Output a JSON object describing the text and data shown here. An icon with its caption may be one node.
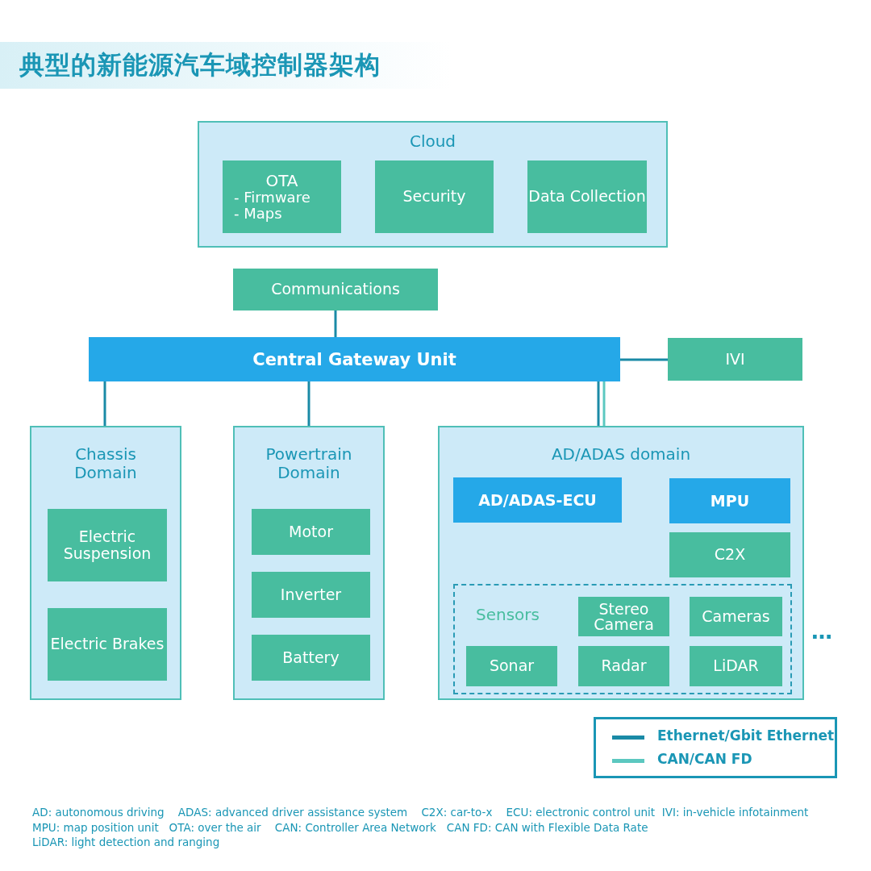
{
  "diagram": {
    "title": "典型的新能源汽车域控制器架构",
    "nodes": [
      {
        "text": [
          "Cloud"
        ]
      },
      {
        "text": [
          "OTA",
          "- Firmware",
          "- Maps"
        ],
        "in": 0
      },
      {
        "text": [
          "Security"
        ],
        "in": 0
      },
      {
        "text": [
          "Data Collection"
        ],
        "in": 0
      },
      {
        "text": [
          "Communications"
        ]
      },
      {
        "text": [
          "Central Gateway Unit"
        ]
      },
      {
        "text": [
          "IVI"
        ]
      },
      {
        "text": [
          "Chassis Domain"
        ]
      },
      {
        "text": [
          "Electric Suspension"
        ],
        "in": 7
      },
      {
        "text": [
          "Electric Brakes"
        ],
        "in": 7
      },
      {
        "text": [
          "Powertrain Domain"
        ]
      },
      {
        "text": [
          "Motor"
        ],
        "in": 10
      },
      {
        "text": [
          "Inverter"
        ],
        "in": 10
      },
      {
        "text": [
          "Battery"
        ],
        "in": 10
      },
      {
        "text": [
          "AD/ADAS domain"
        ]
      },
      {
        "text": [
          "AD/ADAS-ECU"
        ],
        "in": 14
      },
      {
        "text": [
          "MPU"
        ],
        "in": 14
      },
      {
        "text": [
          "C2X"
        ],
        "in": 14
      },
      {
        "text": [
          "Sensors"
        ],
        "in": 14
      },
      {
        "text": [
          "Stereo Camera"
        ],
        "in": 18
      },
      {
        "text": [
          "Cameras"
        ],
        "in": 18
      },
      {
        "text": [
          "Sonar"
        ],
        "in": 18
      },
      {
        "text": [
          "Radar"
        ],
        "in": 18
      },
      {
        "text": [
          "LiDAR"
        ],
        "in": 18
      }
    ],
    "edges": [
      {
        "from": 4,
        "to": 5,
        "arrow": "none"
      },
      {
        "from": 5,
        "to": 6,
        "arrow": "none"
      },
      {
        "from": 5,
        "to": 7,
        "arrow": "none"
      },
      {
        "from": 5,
        "to": 10,
        "arrow": "none"
      },
      {
        "from": 5,
        "to": 14,
        "arrow": "none"
      },
      {
        "from": 5,
        "to": 14,
        "arrow": "none",
        "color": "#5cc8c0"
      }
    ],
    "labels": [
      "…",
      "AD: autonomous driving    ADAS: advanced driver assistance system    C2X: car-to-x    ECU: electronic control unit  IVI: in-vehicle infotainment",
      "MPU: map position unit   OTA: over the air    CAN: Controller Area Network   CAN FD: CAN with Flexible Data Rate",
      "LiDAR: light detection and ranging"
    ],
    "legend": [
      {
        "text": "Ethernet/Gbit Ethernet"
      },
      {
        "text": "CAN/CAN FD"
      }
    ]
  }
}
